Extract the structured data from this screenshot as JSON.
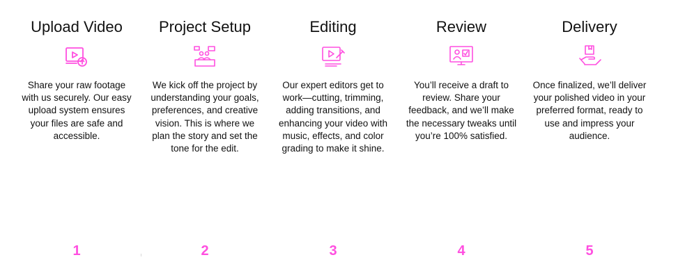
{
  "accent_color": "#ff4fe0",
  "steps": [
    {
      "title": "Upload Video",
      "icon": "upload-video-icon",
      "description": "Share your raw footage with us securely. Our easy upload system ensures your files are safe and accessible.",
      "number": "1"
    },
    {
      "title": "Project Setup",
      "icon": "project-setup-icon",
      "description": "We kick off the project by understanding your goals, preferences, and creative vision. This is where we plan the story and set the tone for the edit.",
      "number": "2"
    },
    {
      "title": "Editing",
      "icon": "editing-icon",
      "description": "Our expert editors get to work—cutting, trimming, adding transitions, and enhancing your video with music, effects, and color grading to make it shine.",
      "number": "3"
    },
    {
      "title": "Review",
      "icon": "review-icon",
      "description": "You’ll receive a draft to review. Share your feedback, and we’ll make the necessary tweaks until you’re 100% satisfied.",
      "number": "4"
    },
    {
      "title": "Delivery",
      "icon": "delivery-icon",
      "description": "Once finalized, we’ll deliver your polished video in your preferred format, ready to use and impress your audience.",
      "number": "5"
    }
  ]
}
